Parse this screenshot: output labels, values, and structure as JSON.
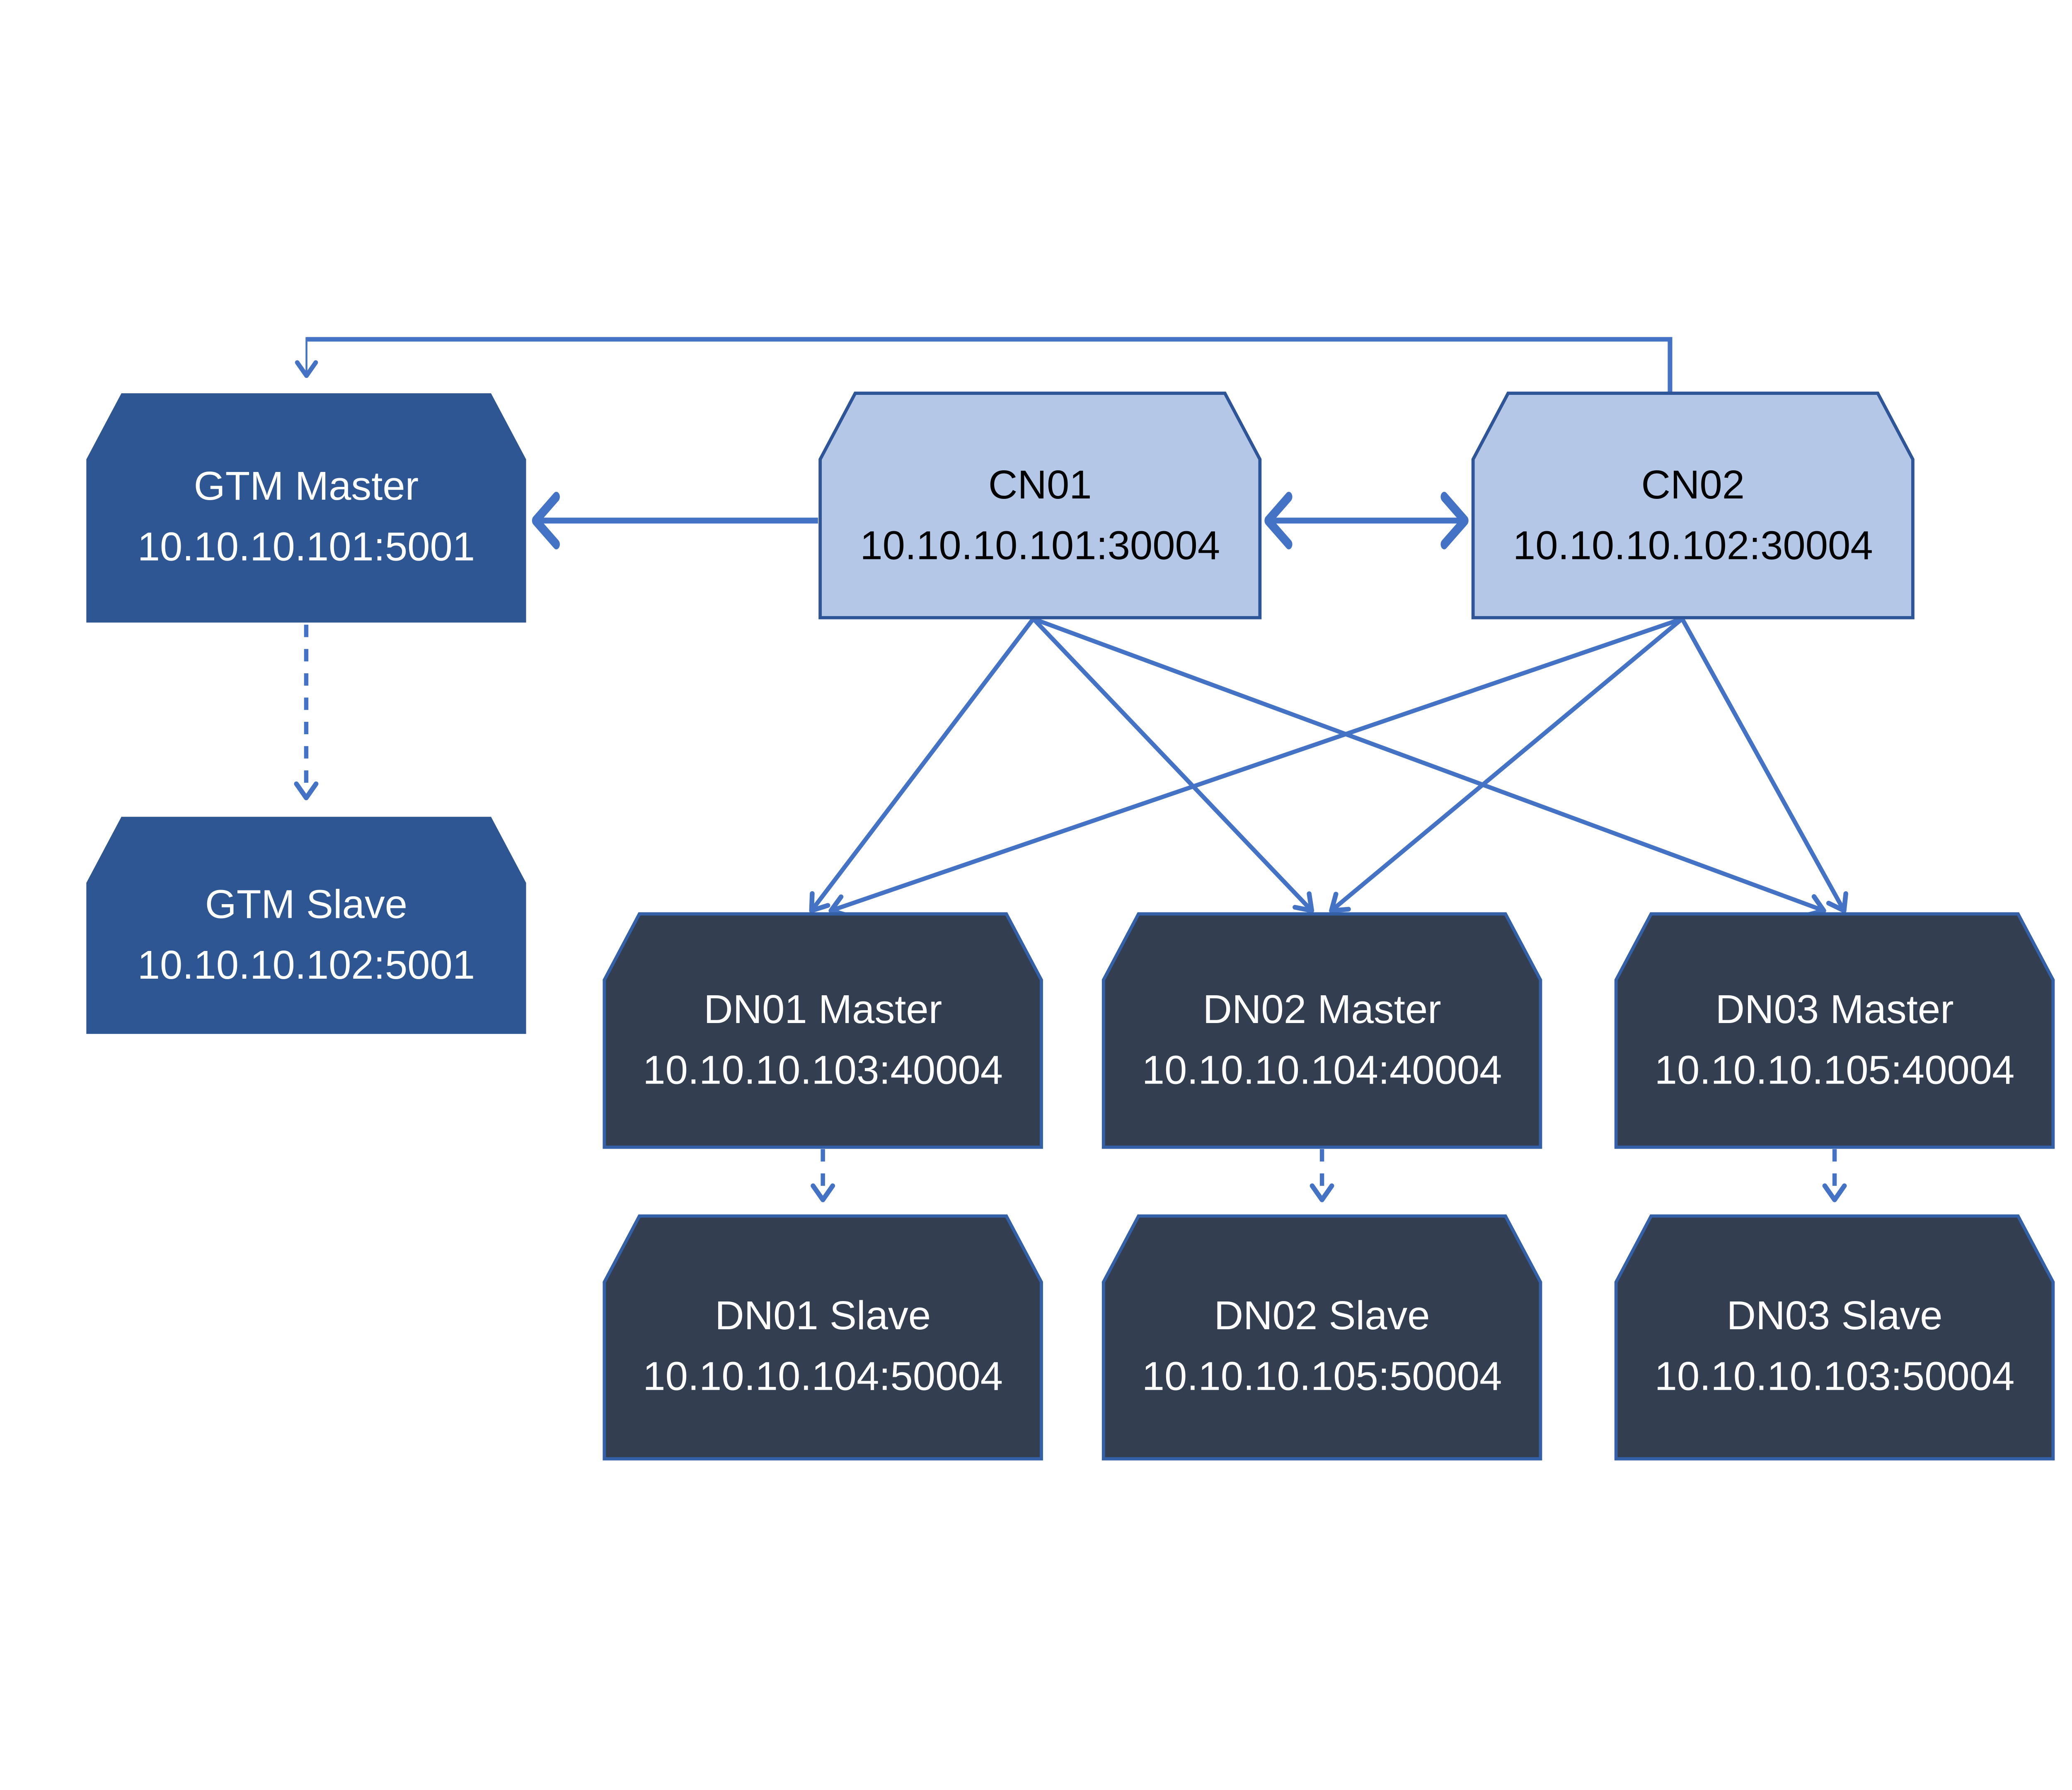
{
  "diagram": {
    "type": "cluster-architecture",
    "nodes": {
      "gtm_master": {
        "label": "GTM Master",
        "address": "10.10.10.101:5001"
      },
      "gtm_slave": {
        "label": "GTM Slave",
        "address": "10.10.10.102:5001"
      },
      "cn01": {
        "label": "CN01",
        "address": "10.10.10.101:30004"
      },
      "cn02": {
        "label": "CN02",
        "address": "10.10.10.102:30004"
      },
      "dn01_master": {
        "label": "DN01 Master",
        "address": "10.10.10.103:40004"
      },
      "dn02_master": {
        "label": "DN02 Master",
        "address": "10.10.10.104:40004"
      },
      "dn03_master": {
        "label": "DN03 Master",
        "address": "10.10.10.105:40004"
      },
      "dn01_slave": {
        "label": "DN01 Slave",
        "address": "10.10.10.104:50004"
      },
      "dn02_slave": {
        "label": "DN02 Slave",
        "address": "10.10.10.105:50004"
      },
      "dn03_slave": {
        "label": "DN03 Slave",
        "address": "10.10.10.103:50004"
      }
    },
    "edges": [
      {
        "from": "cn02",
        "to": "gtm_master",
        "style": "solid-elbow-arrow"
      },
      {
        "from": "cn01",
        "to": "gtm_master",
        "style": "solid-arrow"
      },
      {
        "from": "cn01",
        "to": "cn02",
        "style": "double-arrow"
      },
      {
        "from": "cn01",
        "to": "dn01_master",
        "style": "solid-arrow"
      },
      {
        "from": "cn01",
        "to": "dn02_master",
        "style": "solid-arrow"
      },
      {
        "from": "cn01",
        "to": "dn03_master",
        "style": "solid-arrow"
      },
      {
        "from": "cn02",
        "to": "dn01_master",
        "style": "solid-arrow"
      },
      {
        "from": "cn02",
        "to": "dn02_master",
        "style": "solid-arrow"
      },
      {
        "from": "cn02",
        "to": "dn03_master",
        "style": "solid-arrow"
      },
      {
        "from": "gtm_master",
        "to": "gtm_slave",
        "style": "dashed-arrow"
      },
      {
        "from": "dn01_master",
        "to": "dn01_slave",
        "style": "dashed-arrow"
      },
      {
        "from": "dn02_master",
        "to": "dn02_slave",
        "style": "dashed-arrow"
      },
      {
        "from": "dn03_master",
        "to": "dn03_slave",
        "style": "dashed-arrow"
      }
    ],
    "colors": {
      "gtm_fill": "#2E5693",
      "cn_fill": "#B4C7E7",
      "cn_border": "#2E5597",
      "dn_fill": "#333F50",
      "dn_border": "#3460A8",
      "connector": "#4472C4",
      "text_light": "#FFFFFF",
      "text_dark": "#000000",
      "background": "#FFFFFF"
    }
  }
}
